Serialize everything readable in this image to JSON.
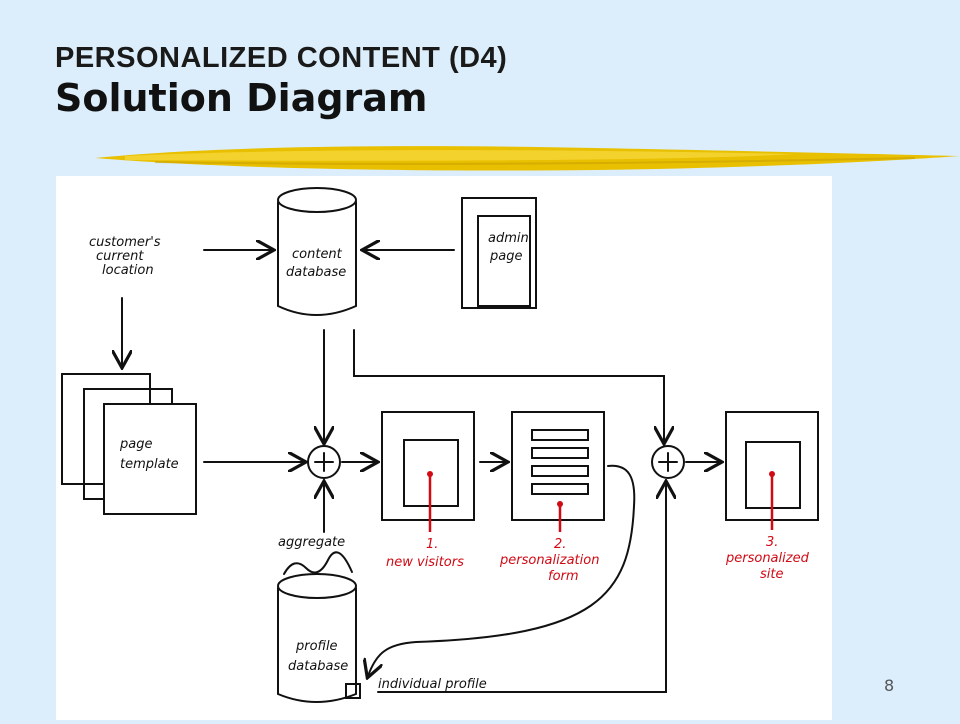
{
  "header": {
    "title_line1": "PERSONALIZED CONTENT (D4)",
    "title_line2": "Solution Diagram"
  },
  "diagram": {
    "inputs": {
      "location": [
        "customer's",
        "current",
        "location"
      ],
      "content_db": [
        "content",
        "database"
      ],
      "admin": [
        "admin",
        "page"
      ],
      "template": [
        "page",
        "template"
      ],
      "aggregate": "aggregate",
      "profile_db": [
        "profile",
        "database"
      ],
      "individual_profile": "individual profile"
    },
    "steps": [
      {
        "number": "1.",
        "label": [
          "new visitors"
        ]
      },
      {
        "number": "2.",
        "label": [
          "personalization",
          "form"
        ]
      },
      {
        "number": "3.",
        "label": [
          "personalized",
          "site"
        ]
      }
    ],
    "colors": {
      "ink": "#111111",
      "accent": "#d10a14",
      "background": "#dceefb",
      "brush": "#e8c000"
    }
  },
  "footer": {
    "page_number": "8"
  }
}
